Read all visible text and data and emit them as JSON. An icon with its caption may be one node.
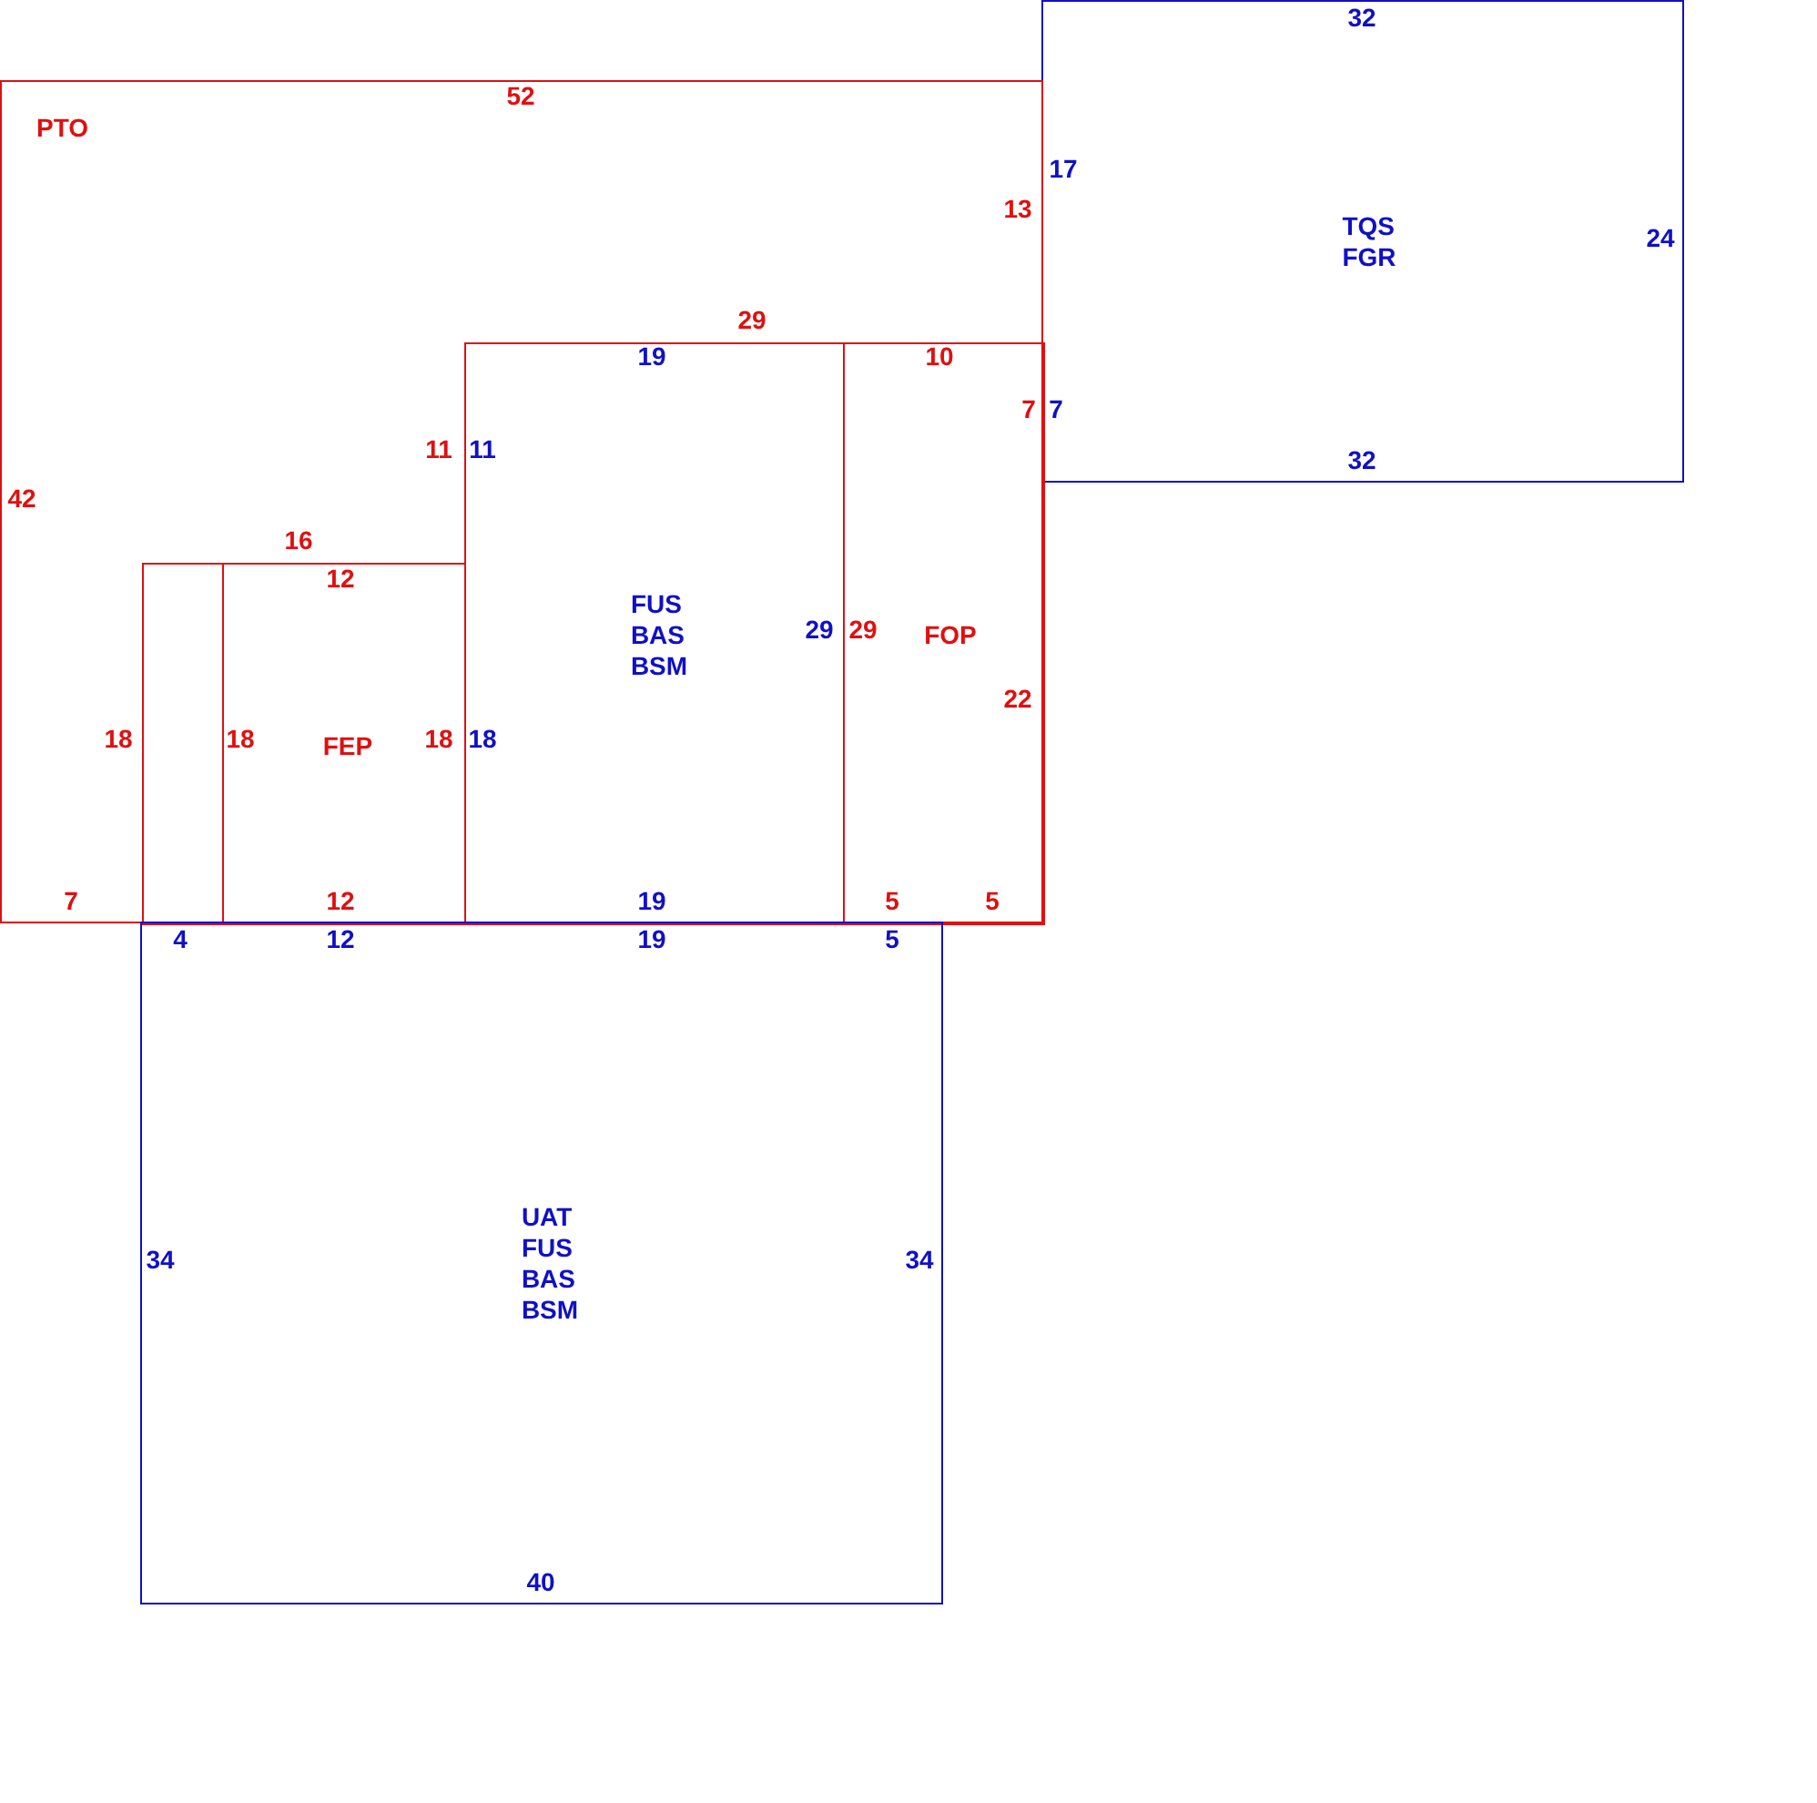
{
  "diagram": {
    "nodes": [
      {
        "text": [
          "TQS FGR"
        ]
      },
      {
        "text": [
          "PTO"
        ]
      },
      {
        "text": [
          "FUS BAS BSM"
        ],
        "in": 1
      },
      {
        "text": [
          "FOP"
        ],
        "in": 1
      },
      {
        "text": [],
        "shape": "box",
        "in": 1
      },
      {
        "text": [
          "FEP"
        ],
        "in": 1
      },
      {
        "text": [
          "UAT FUS BAS BSM"
        ]
      }
    ],
    "labels": [
      "32",
      "52",
      "17",
      "13",
      "24",
      "29",
      "19",
      "10",
      "7",
      "7",
      "11",
      "11",
      "32",
      "42",
      "16",
      "12",
      "29",
      "29",
      "22",
      "18",
      "18",
      "18",
      "18",
      "7",
      "12",
      "19",
      "5",
      "5",
      "4",
      "12",
      "19",
      "5",
      "34",
      "34",
      "40"
    ]
  }
}
